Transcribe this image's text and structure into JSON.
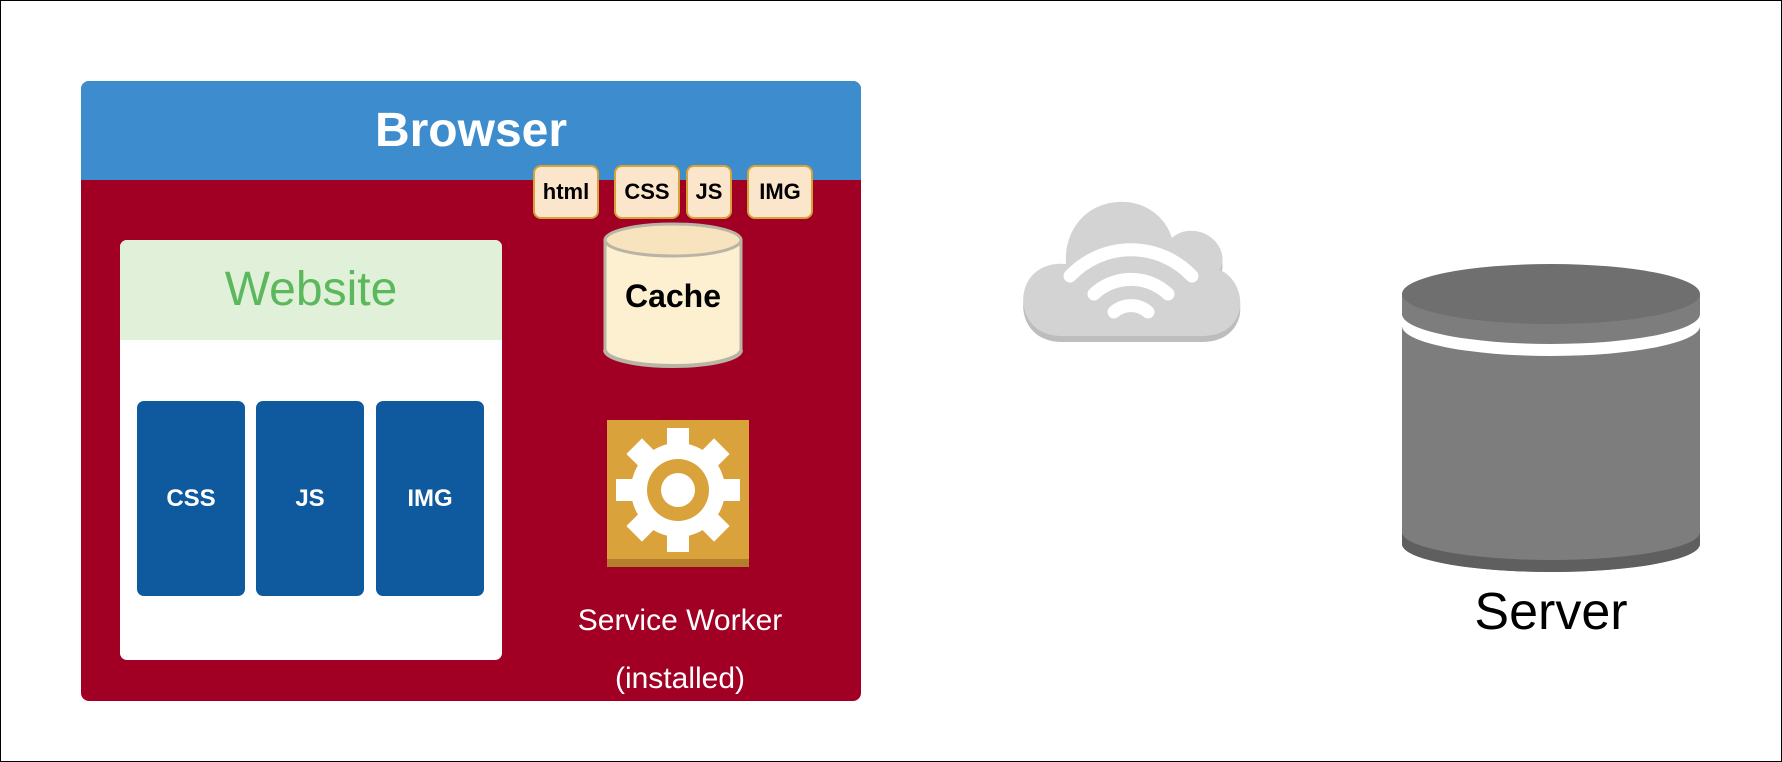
{
  "browser": {
    "title": "Browser",
    "website": {
      "title": "Website",
      "resources": [
        "CSS",
        "JS",
        "IMG"
      ]
    },
    "cache": {
      "label": "Cache",
      "files": [
        "html",
        "CSS",
        "JS",
        "IMG"
      ]
    },
    "service_worker": {
      "line1": "Service Worker",
      "line2": "(installed)"
    }
  },
  "server": {
    "label": "Server"
  },
  "colors": {
    "browser_header": "#3d8ccd",
    "browser_body": "#a10024",
    "website_header": "#e1f0d8",
    "website_title": "#5bb85d",
    "resource_block": "#0f5a9e",
    "cache_tag_fill": "#fbe6cb",
    "cache_tag_border": "#d6a339",
    "gear_tile": "#d6a339",
    "cloud": "#d3d3d3",
    "server": "#7d7d7d"
  },
  "icons": [
    "cloud-wifi-icon",
    "database-icon",
    "gear-icon",
    "cache-cylinder-icon"
  ]
}
